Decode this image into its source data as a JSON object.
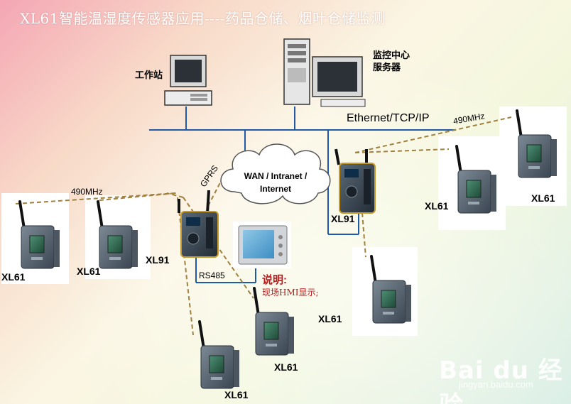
{
  "title": "XL61智能温湿度传感器应用----药品仓储、烟叶仓储监测",
  "workstation_label": "工作站",
  "server_label_line1": "监控中心",
  "server_label_line2": "服务器",
  "ethernet_label": "Ethernet/TCP/IP",
  "cloud_line1": "WAN / Intranet /",
  "cloud_line2": "Internet",
  "gprs_label": "GPRS",
  "freq_left": "490MHz",
  "freq_right": "490MHz",
  "rs485_label": "RS485",
  "note_title": "说明:",
  "note_text": "现场HMI显示;",
  "devices": {
    "xl91_a": "XL91",
    "xl91_b": "XL91",
    "xl61_1": "XL61",
    "xl61_2": "XL61",
    "xl61_3": "XL61",
    "xl61_4": "XL61",
    "xl61_5": "XL61",
    "xl61_6": "XL61",
    "xl61_7": "XL61"
  },
  "watermark": {
    "brand": "Bai du 经验",
    "url": "jingyan.baidu.com"
  },
  "colors": {
    "network_line": "#1f5aa6",
    "wireless_dash": "#a0813f",
    "title_text": "#ffffff",
    "note_text": "#c0181a"
  }
}
